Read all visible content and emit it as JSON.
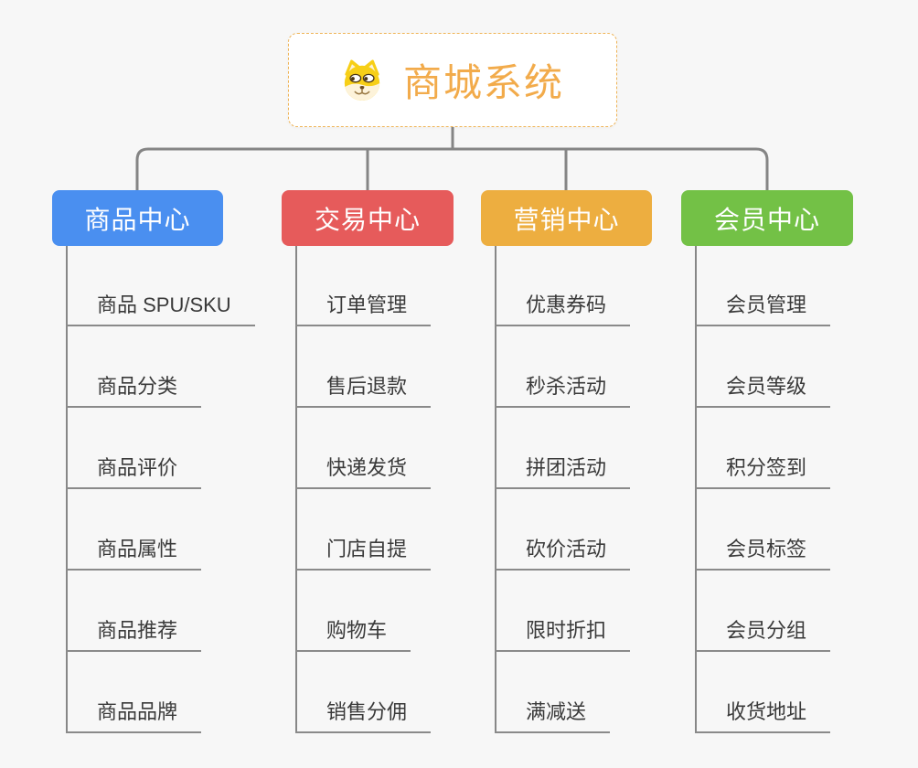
{
  "page": {
    "background_color": "#f7f7f7",
    "connector_color": "#858585"
  },
  "root": {
    "title": "商城系统",
    "icon": "dog-face-icon",
    "title_color": "#f2ab4b",
    "border_color": "#efb457"
  },
  "branches": [
    {
      "label": "商品中心",
      "color": "#4a8ff0",
      "items": [
        "商品 SPU/SKU",
        "商品分类",
        "商品评价",
        "商品属性",
        "商品推荐",
        "商品品牌"
      ]
    },
    {
      "label": "交易中心",
      "color": "#e65b5b",
      "items": [
        "订单管理",
        "售后退款",
        "快递发货",
        "门店自提",
        "购物车",
        "销售分佣"
      ]
    },
    {
      "label": "营销中心",
      "color": "#edae40",
      "items": [
        "优惠券码",
        "秒杀活动",
        "拼团活动",
        "砍价活动",
        "限时折扣",
        "满减送"
      ]
    },
    {
      "label": "会员中心",
      "color": "#73c146",
      "items": [
        "会员管理",
        "会员等级",
        "积分签到",
        "会员标签",
        "会员分组",
        "收货地址"
      ]
    }
  ]
}
